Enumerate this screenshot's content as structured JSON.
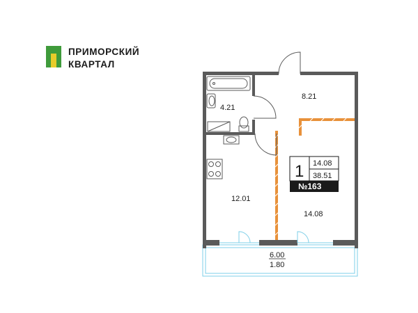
{
  "brand": {
    "line1": "ПРИМОРСКИЙ",
    "line2": "КВАРТАЛ",
    "colors": {
      "green": "#3f9b3b",
      "yellow": "#e8cc2a"
    }
  },
  "plan": {
    "rooms": {
      "bathroom": "4.21",
      "hall": "8.21",
      "kitchen": "12.01",
      "living": "14.08"
    },
    "balcony": {
      "area": "6.00",
      "reduced_area": "1.80"
    },
    "info": {
      "room_count": "1",
      "living_area": "14.08",
      "total_area": "38.51",
      "apartment_number": "№163"
    },
    "colors": {
      "wall": "#5a5a5a",
      "partition": "#e8913a",
      "glass": "#7ecfe8"
    }
  }
}
